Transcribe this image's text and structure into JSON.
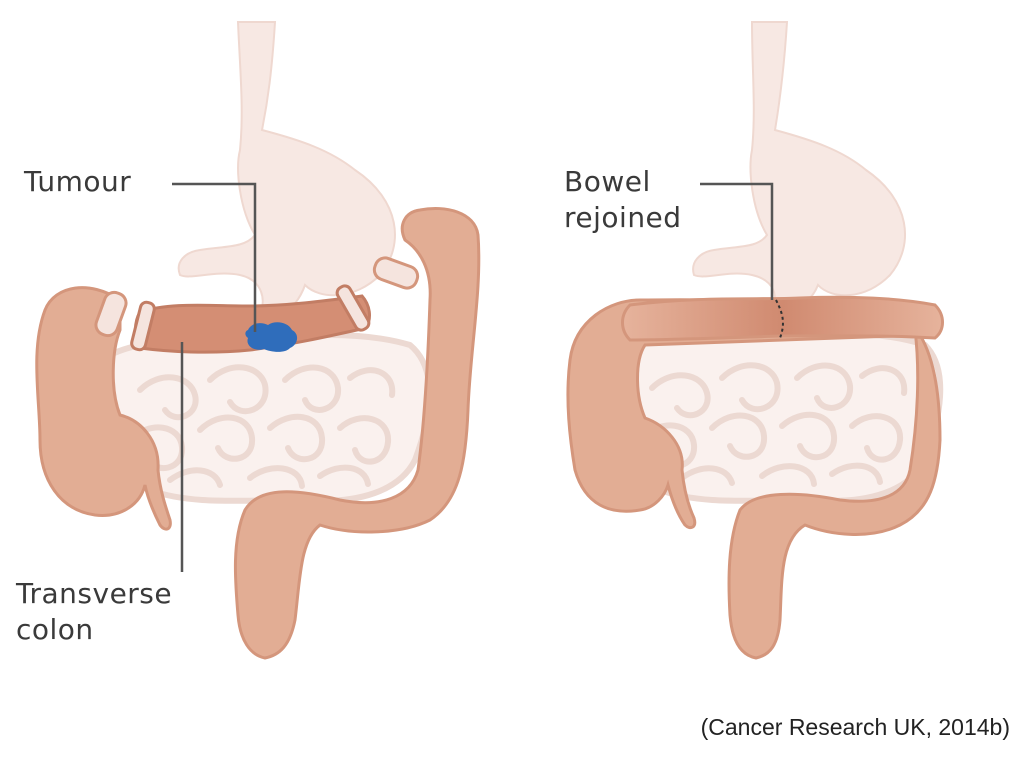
{
  "labels": {
    "tumour": "Tumour",
    "transverse_colon_line1": "Transverse",
    "transverse_colon_line2": "colon",
    "bowel_rejoined_line1": "Bowel",
    "bowel_rejoined_line2": "rejoined"
  },
  "citation": "(Cancer Research UK, 2014b)",
  "colors": {
    "background": "#ffffff",
    "stomach": "#f7e8e3",
    "stomach_outline": "#efd8d0",
    "colon": "#e2ad94",
    "colon_edge": "#d4967c",
    "colon_transverse": "#d48e74",
    "small_intestine": "#faf1ee",
    "small_intestine_outline": "#ecd9d2",
    "tumour": "#2f6dbb",
    "leader_line": "#555555"
  }
}
